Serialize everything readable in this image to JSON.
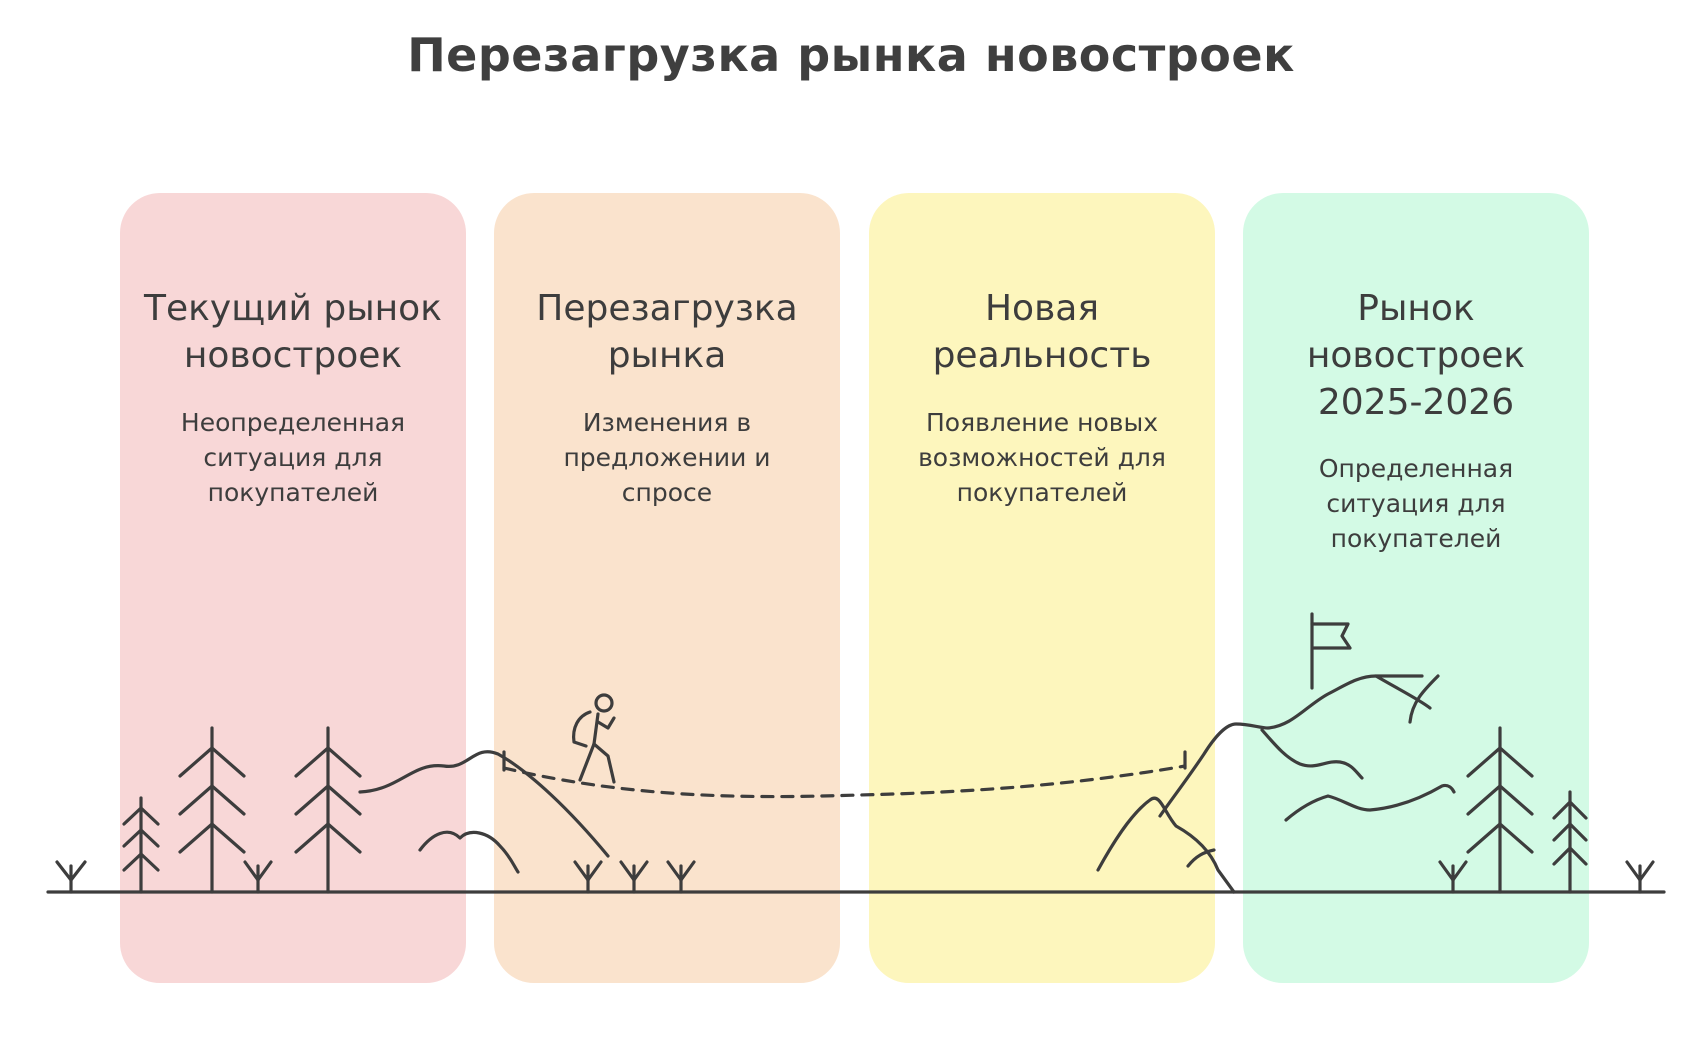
{
  "title": "Перезагрузка рынка новостроек",
  "stages": [
    {
      "title": "Текущий рынок новостроек",
      "description": "Неопределенная ситуация для покупателей",
      "color": "#f8d7d7"
    },
    {
      "title": "Перезагрузка рынка",
      "description": "Изменения в предложении и спросе",
      "color": "#fae3cd"
    },
    {
      "title": "Новая реальность",
      "description": "Появление новых возможностей для покупателей",
      "color": "#fdf6bd"
    },
    {
      "title": "Рынок новостроек 2025-2026",
      "description": "Определенная ситуация для покупателей",
      "color": "#d3fae5"
    }
  ],
  "illustration": {
    "stroke_color": "#3d3d3d",
    "icons": [
      "tree-icon",
      "grass-icon",
      "hill-icon",
      "hiker-icon",
      "mountain-icon",
      "flag-icon"
    ]
  }
}
